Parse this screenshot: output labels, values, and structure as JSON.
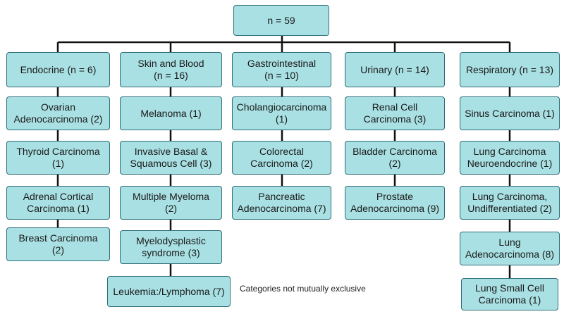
{
  "root": {
    "label": "n = 59"
  },
  "categories": [
    {
      "lines": [
        "Endocrine (n = 6)"
      ],
      "items": [
        [
          "Ovarian",
          "Adenocarcinoma (2)"
        ],
        [
          "Thyroid Carcinoma",
          "(1)"
        ],
        [
          "Adrenal Cortical",
          "Carcinoma (1)"
        ],
        [
          "Breast Carcinoma",
          "(2)"
        ]
      ]
    },
    {
      "lines": [
        "Skin and Blood",
        "(n = 16)"
      ],
      "items": [
        [
          "Melanoma (1)"
        ],
        [
          "Invasive Basal &",
          "Squamous Cell (3)"
        ],
        [
          "Multiple Myeloma",
          "(2)"
        ],
        [
          "Myelodysplastic",
          "syndrome (3)"
        ],
        [
          "Leukemia:/Lymphoma (7)"
        ]
      ]
    },
    {
      "lines": [
        "Gastrointestinal",
        "(n = 10)"
      ],
      "items": [
        [
          "Cholangiocarcinoma",
          "(1)"
        ],
        [
          "Colorectal",
          "Carcinoma (2)"
        ],
        [
          "Pancreatic",
          "Adenocarcinoma (7)"
        ]
      ]
    },
    {
      "lines": [
        "Urinary (n = 14)"
      ],
      "items": [
        [
          "Renal Cell",
          "Carcinoma (3)"
        ],
        [
          "Bladder Carcinoma",
          "(2)"
        ],
        [
          "Prostate",
          "Adenocarcinoma (9)"
        ]
      ]
    },
    {
      "lines": [
        "Respiratory (n = 13)"
      ],
      "items": [
        [
          "Sinus Carcinoma (1)"
        ],
        [
          "Lung Carcinoma",
          "Neuroendocrine (1)"
        ],
        [
          "Lung Carcinoma,",
          "Undifferentiated (2)"
        ],
        [
          "Lung",
          "Adenocarcinoma (8)"
        ],
        [
          "Lung Small Cell",
          "Carcinoma (1)"
        ]
      ]
    }
  ],
  "footnote": "Categories not mutually exclusive",
  "colors": {
    "box_fill": "#a9e0e3",
    "box_border": "#2f6e78",
    "connector": "#111111"
  }
}
